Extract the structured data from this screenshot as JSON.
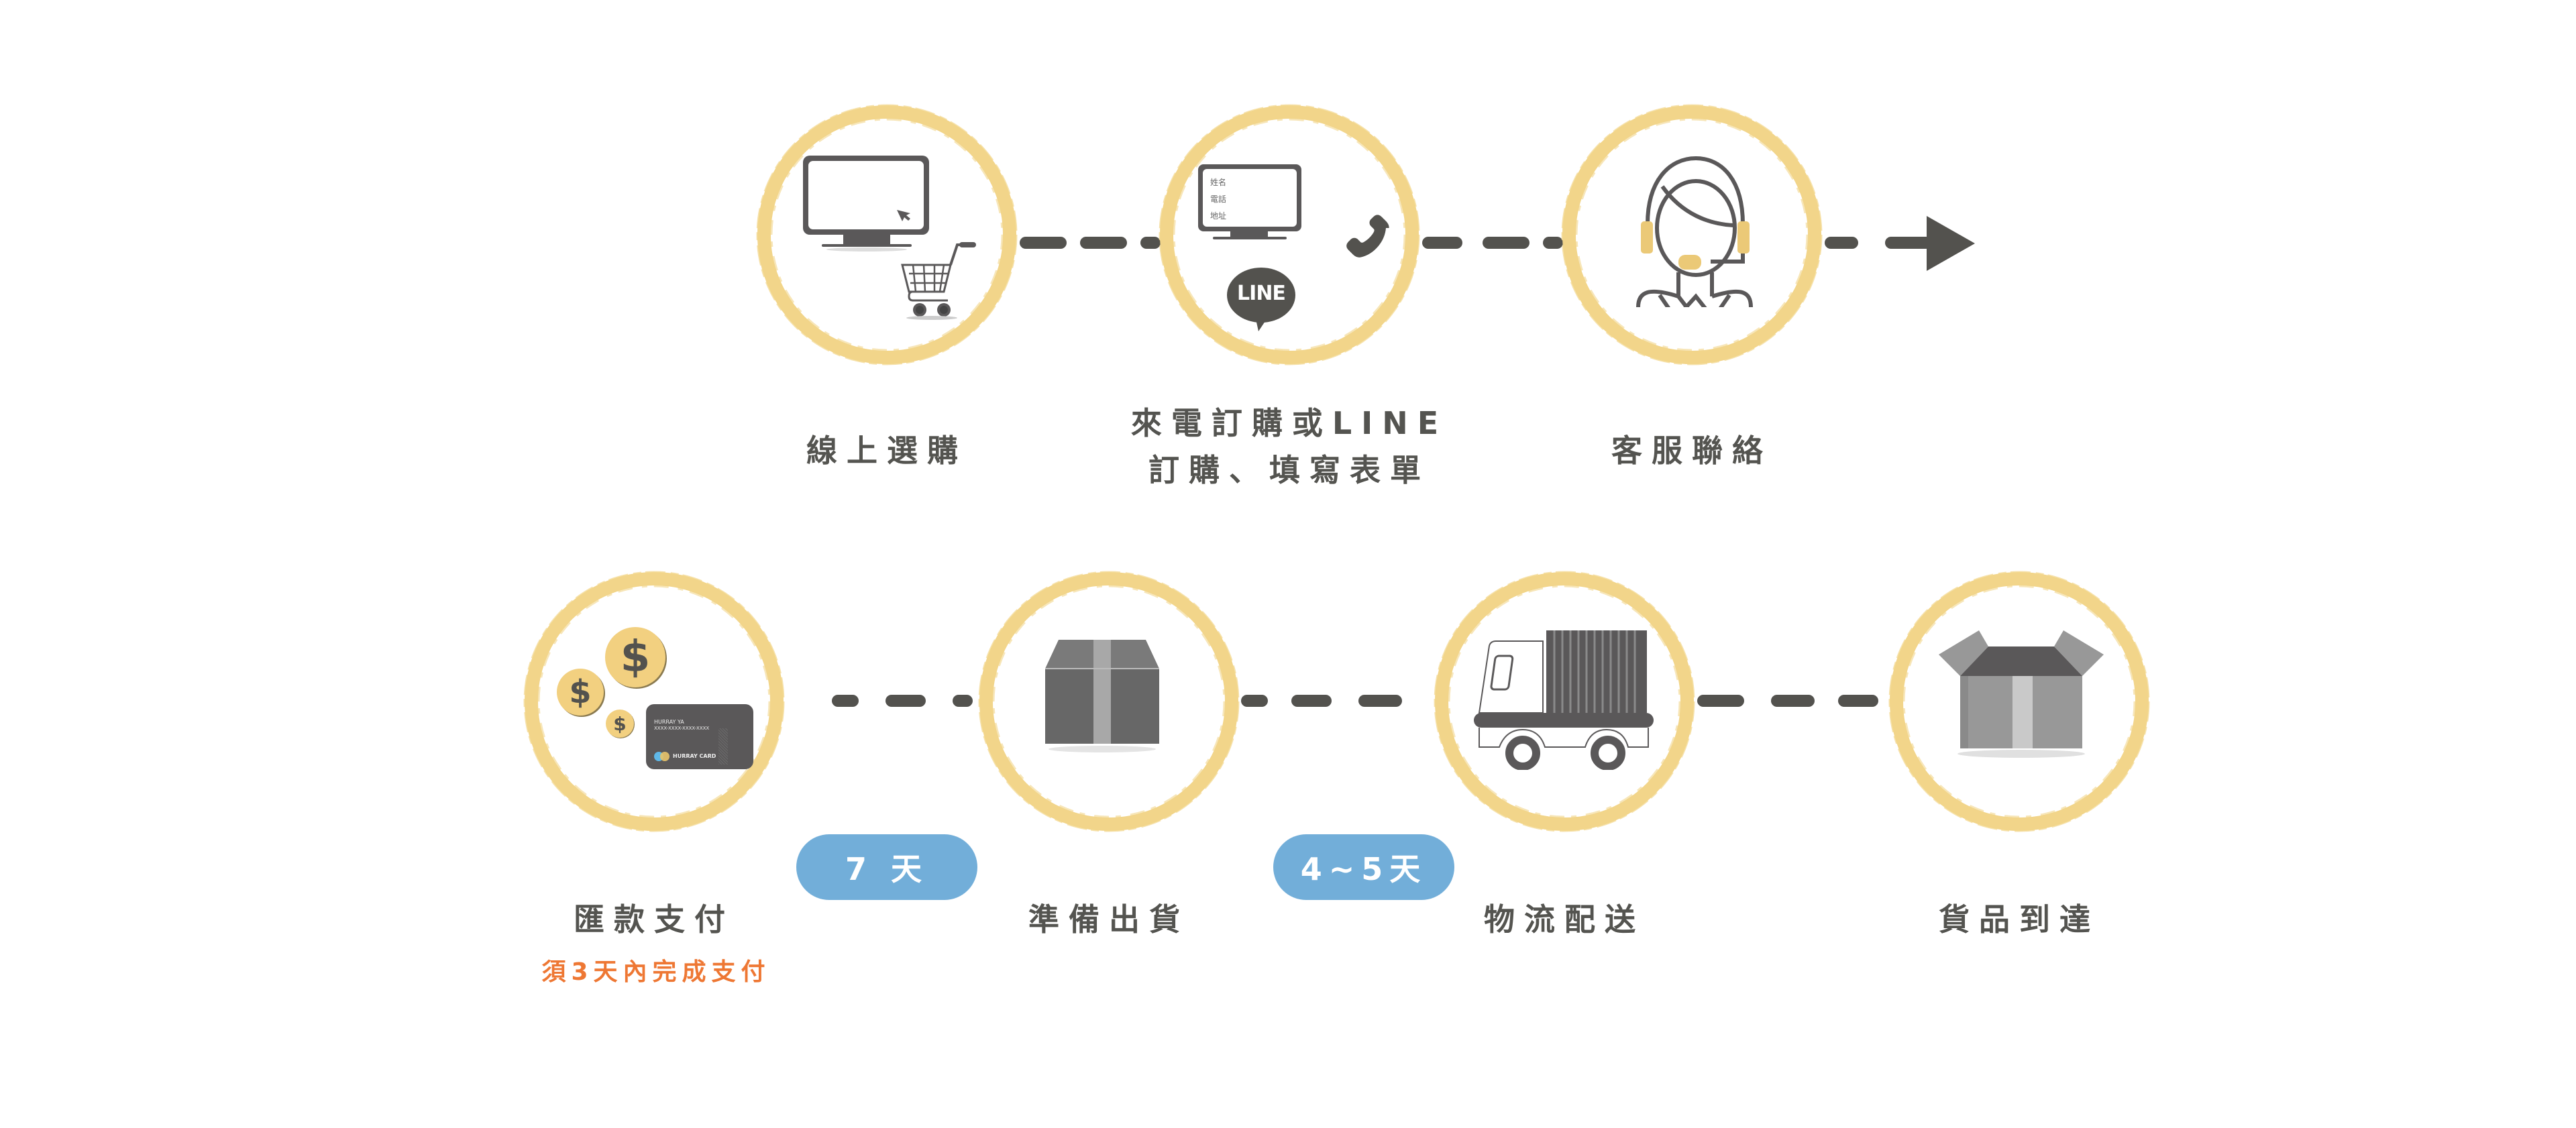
{
  "colors": {
    "ring": "#f2d58a",
    "icon_dark": "#5a5859",
    "connector": "#53524e",
    "badge": "#72aed9",
    "note": "#ee7733",
    "label": "#545450"
  },
  "top_row": {
    "steps": [
      {
        "icon": "computer-cart-icon",
        "label": "線上選購"
      },
      {
        "icon": "phone-line-form-icon",
        "label_line1": "來電訂購或LINE",
        "label_line2": "訂購、填寫表單",
        "form_fields": [
          "姓名",
          "電話",
          "地址"
        ],
        "line_logo_text": "LINE"
      },
      {
        "icon": "customer-service-icon",
        "label": "客服聯絡"
      }
    ]
  },
  "bottom_row": {
    "steps": [
      {
        "icon": "payment-icon",
        "label": "匯款支付",
        "note": "須3天內完成支付",
        "card": {
          "holder": "HURRAY YA",
          "number": "XXXX-XXXX-XXXX-XXXX",
          "brand": "HURRAY CARD"
        },
        "coin_symbol": "$"
      },
      {
        "icon": "closed-box-icon",
        "label": "準備出貨"
      },
      {
        "icon": "truck-icon",
        "label": "物流配送"
      },
      {
        "icon": "open-box-icon",
        "label": "貨品到達"
      }
    ],
    "badges": [
      {
        "text": "7 天"
      },
      {
        "text": "4~5天"
      }
    ]
  }
}
